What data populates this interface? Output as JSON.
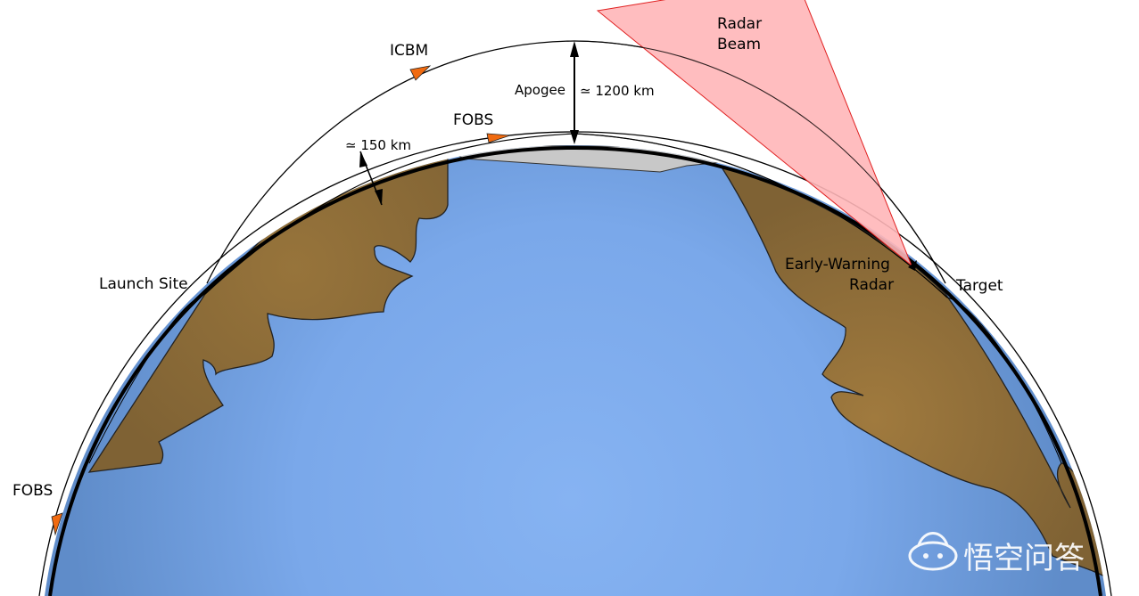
{
  "diagram": {
    "labels": {
      "radar_beam_line1": "Radar",
      "radar_beam_line2": "Beam",
      "icbm": "ICBM",
      "apogee": "Apogee",
      "apogee_height": "≃ 1200 km",
      "fobs_top": "FOBS",
      "fobs_orbit_height": "≃ 150 km",
      "launch_site": "Launch Site",
      "early_warning_line1": "Early-Warning",
      "early_warning_line2": "Radar",
      "target": "Target",
      "fobs_left": "FOBS"
    },
    "colors": {
      "ocean_center": "#86b3f2",
      "ocean_edge": "#5f8cc9",
      "land": "#8a6a36",
      "land_highlight": "#a07a3e",
      "ice": "#c8c8c8",
      "radar_beam": "#ffb6b8",
      "radar_beam_edge": "#e02020",
      "arrow": "#f06a10"
    }
  },
  "watermark": {
    "text": "悟空问答"
  }
}
